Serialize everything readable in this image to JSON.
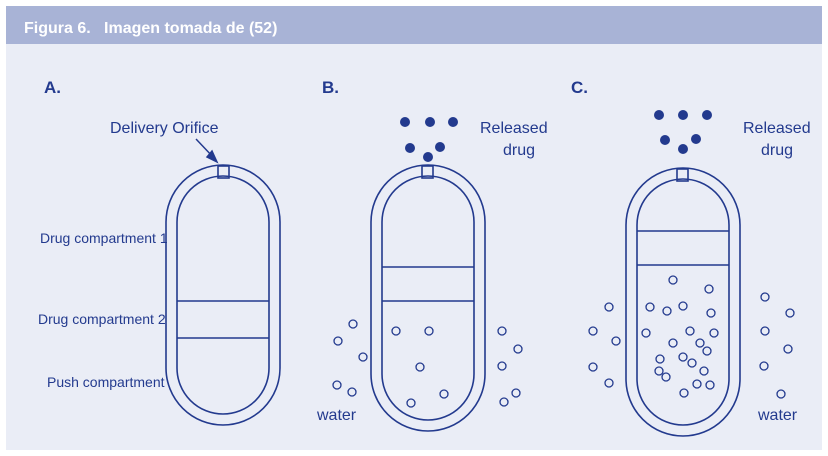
{
  "figure": {
    "title": "Figura 6.   Imagen tomada de (52)"
  },
  "colors": {
    "background": "#eaedf6",
    "title_bar": "#a8b3d6",
    "title_text": "#ffffff",
    "ink": "#233a8e"
  },
  "panels": [
    {
      "letter": "A.",
      "labels": {
        "orifice": "Delivery Orifice",
        "compartment_1": "Drug compartment 1",
        "compartment_2": "Drug compartment 2",
        "push": "Push compartment"
      }
    },
    {
      "letter": "B.",
      "labels": {
        "released": "Released",
        "released_2": "drug",
        "water": "water"
      }
    },
    {
      "letter": "C.",
      "labels": {
        "released": "Released",
        "released_2": "drug",
        "water": "water"
      }
    }
  ]
}
